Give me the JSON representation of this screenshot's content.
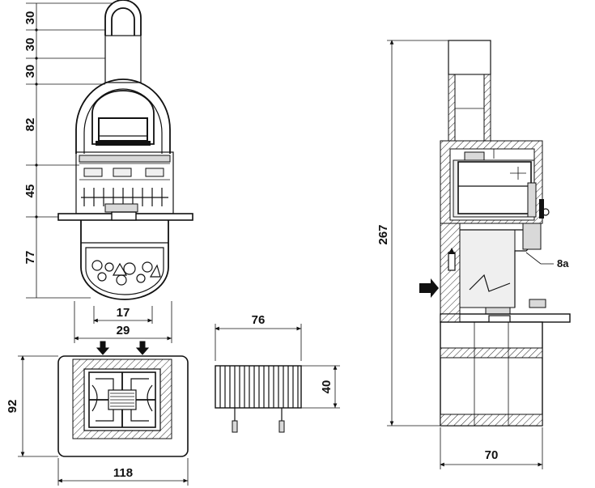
{
  "front_view": {
    "height_dims": [
      "30",
      "30",
      "30",
      "82",
      "45",
      "77"
    ],
    "width_dims": [
      "17",
      "29"
    ]
  },
  "plan_view": {
    "depth_dim": "92",
    "width_dim": "118"
  },
  "grate_detail": {
    "width_dim": "76",
    "height_dim": "40"
  },
  "side_view": {
    "total_height_dim": "267",
    "depth_dim": "70",
    "callout_label": "8a"
  }
}
